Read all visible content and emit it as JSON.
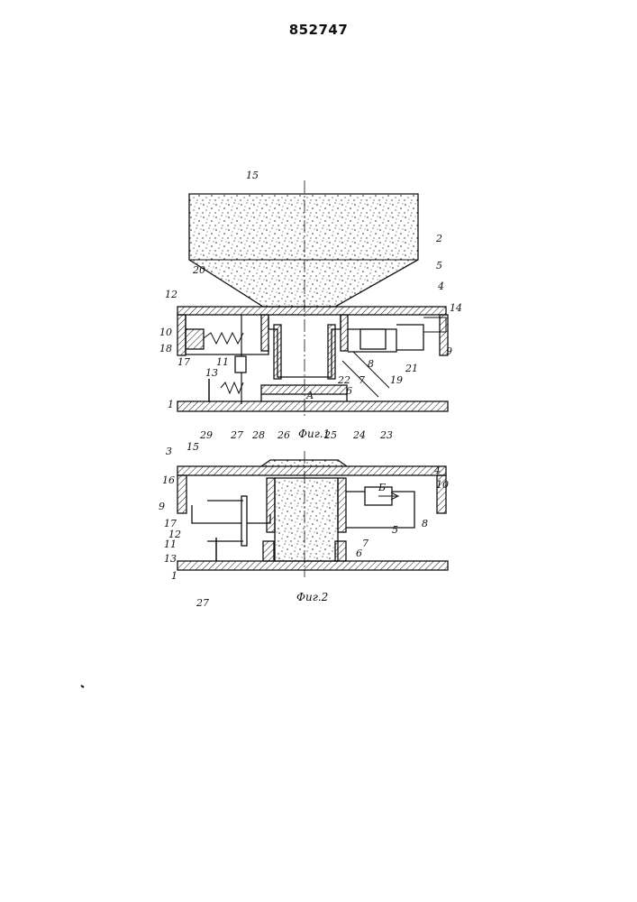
{
  "patent_number": "852747",
  "fig1": {
    "caption": "Фиг.1",
    "section_mark": "А",
    "labels": [
      "15",
      "2",
      "5",
      "4",
      "20",
      "12",
      "14",
      "10",
      "18",
      "9",
      "17",
      "11",
      "13",
      "21",
      "8",
      "22",
      "7",
      "19",
      "6",
      "1",
      "29",
      "27",
      "28",
      "26",
      "25",
      "24",
      "23"
    ]
  },
  "fig2": {
    "caption": "Фиг.2",
    "flow_mark": "Б",
    "labels": [
      "3",
      "15",
      "4",
      "16",
      "10",
      "9",
      "17",
      "12",
      "8",
      "5",
      "11",
      "7",
      "6",
      "13",
      "1",
      "27"
    ]
  },
  "colors": {
    "ink": "#111111",
    "paper": "#ffffff"
  }
}
